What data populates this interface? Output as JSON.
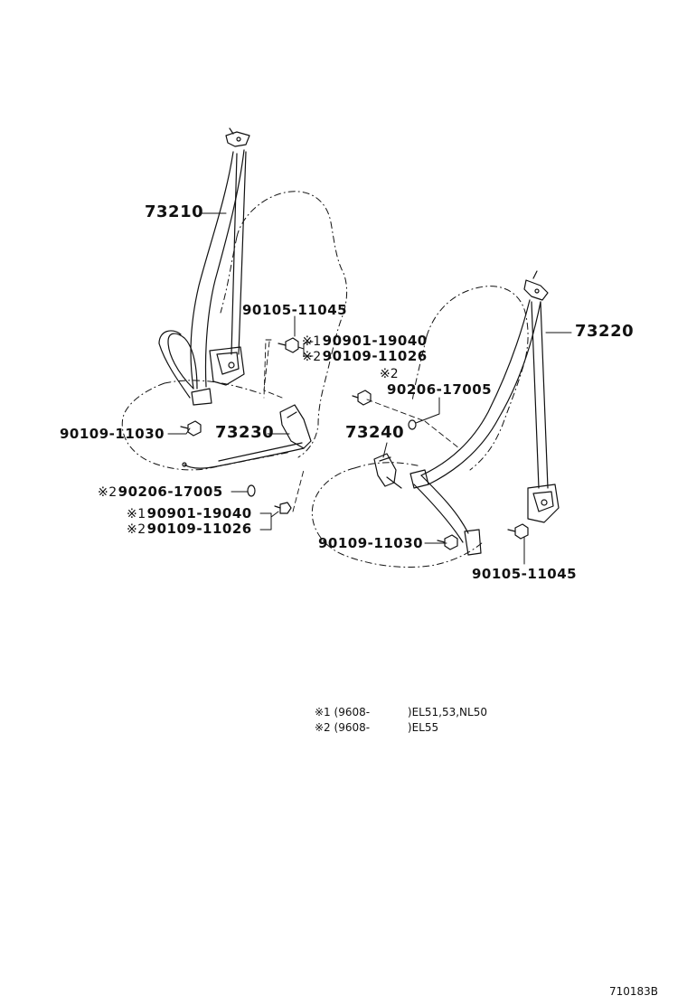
{
  "labels": {
    "p73210": "73210",
    "p73220": "73220",
    "p73230": "73230",
    "p73240": "73240",
    "left_upper_bolt": "90105-11045",
    "left_anchor_mark": "※1",
    "left_anchor_bolt": "90901-19040",
    "left_anchor_mark2": "※2",
    "left_anchor_bolt2": "90109-11026",
    "left_lower_bolt": "90109-11030",
    "left_washer_mark": "※2",
    "left_washer": "90206-17005",
    "left_buckle_mark": "※1",
    "left_buckle_bolt": "90901-19040",
    "left_buckle_mark2": "※2",
    "left_buckle_bolt2": "90109-11026",
    "right_washer_mark": "※2",
    "right_washer": "90206-17005",
    "right_lower_bolt": "90109-11030",
    "right_retractor_bolt": "90105-11045"
  },
  "notes": {
    "line1_mark": "※1",
    "line1_date": "(9608-",
    "line1_models": ")EL51,53,NL50",
    "line2_mark": "※2",
    "line2_date": "(9608-",
    "line2_models": ")EL55"
  },
  "figure_id": "710183B"
}
